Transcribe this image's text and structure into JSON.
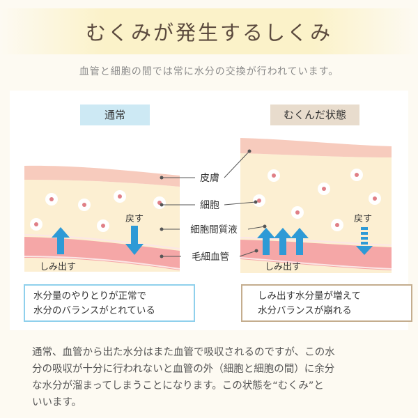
{
  "title": "むくみが発生するしくみ",
  "subtitle": "血管と細胞の間では常に水分の交換が行われています。",
  "normal": {
    "tag": "通常",
    "arrow_out_label": "しみ出す",
    "arrow_back_label": "戻す",
    "caption_lines": [
      "水分量のやりとりが正常で",
      "水分のバランスがとれている"
    ]
  },
  "swollen": {
    "tag": "むくんだ状態",
    "arrow_out_label": "しみ出す",
    "arrow_back_label": "戻す",
    "caption_lines": [
      "しみ出す水分量が増えて",
      "水分バランスが崩れる"
    ]
  },
  "layer_labels": {
    "skin": "皮膚",
    "cell": "細胞",
    "interstitial_fluid": "細胞間質液",
    "capillary": "毛細血管"
  },
  "explanation_lines": [
    "通常、血管から出た水分はまた血管で吸収されるのですが、この水",
    "分の吸収が十分に行われないと血管の外（細胞と細胞の間）に余分",
    "な水分が溜まってしまうことになります。この状態を“むくみ”と",
    "いいます。"
  ],
  "colors": {
    "skin": "#f7cbbd",
    "interstitial_fluid": "#fcefd2",
    "capillary": "#f5a7a7",
    "cell_nucleus": "#e07f86",
    "arrow": "#2e9ad6"
  }
}
